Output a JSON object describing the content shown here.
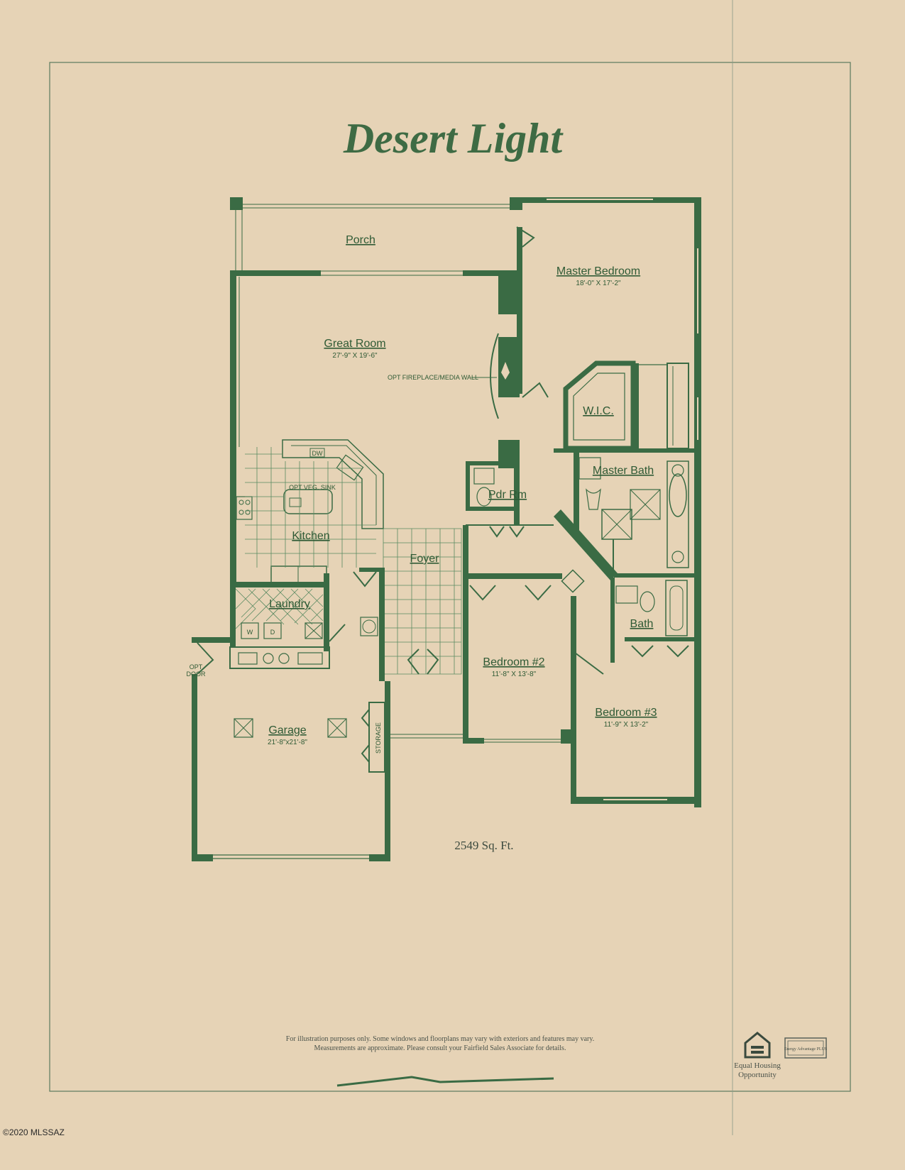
{
  "title": "Desert Light",
  "rooms": {
    "porch": {
      "name": "Porch"
    },
    "master_bedroom": {
      "name": "Master Bedroom",
      "dims": "18'-0\" X 17'-2\""
    },
    "great_room": {
      "name": "Great Room",
      "dims": "27'-9\" X 19'-6\""
    },
    "fireplace": {
      "name": "OPT FIREPLACE/MEDIA WALL"
    },
    "wic": {
      "name": "W.I.C."
    },
    "master_bath": {
      "name": "Master Bath"
    },
    "pdr_rm": {
      "name": "Pdr Rm"
    },
    "kitchen": {
      "name": "Kitchen"
    },
    "dw": {
      "name": "DW"
    },
    "veg_sink": {
      "name": "OPT VEG. SINK"
    },
    "foyer": {
      "name": "Foyer"
    },
    "laundry": {
      "name": "Laundry"
    },
    "washer": {
      "name": "W"
    },
    "dryer": {
      "name": "D"
    },
    "bath": {
      "name": "Bath"
    },
    "bedroom2": {
      "name": "Bedroom #2",
      "dims": "11'-8\" X 13'-8\""
    },
    "bedroom3": {
      "name": "Bedroom #3",
      "dims": "11'-9\" X 13'-2\""
    },
    "garage": {
      "name": "Garage",
      "dims": "21'-8\"x21'-8\""
    },
    "opt_door": {
      "line1": "OPT",
      "line2": "DOOR"
    },
    "storage": {
      "name": "STORAGE"
    }
  },
  "sqft": "2549 Sq. Ft.",
  "footnote": {
    "line1": "For illustration purposes only. Some windows and floorplans may vary with exteriors and features may vary.",
    "line2": "Measurements are approximate. Please consult your Fairfield Sales Associate for details."
  },
  "equal_housing": {
    "line1": "Equal Housing",
    "line2": "Opportunity"
  },
  "energy_logo": "Energy Advantage PLUS",
  "copyright": "©2020 MLSSAZ",
  "colors": {
    "paper": "#e6d3b6",
    "ink": "#3a6b44",
    "title": "#3e6b44"
  }
}
